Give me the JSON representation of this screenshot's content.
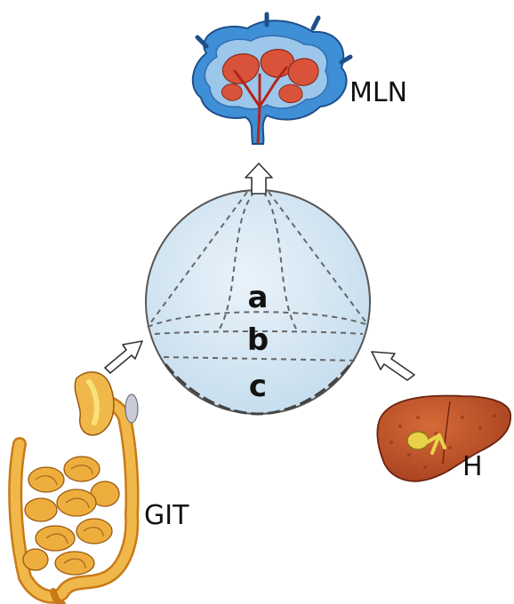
{
  "labels": {
    "lymph_node": "MLN",
    "gut": "GIT",
    "liver": "H"
  },
  "zones": [
    "a",
    "b",
    "c"
  ],
  "icons": {
    "lymph_node": "lymph-node-illustration",
    "gut": "intestine-illustration",
    "liver": "liver-illustration",
    "sphere": "tissue-sphere",
    "arrow": "outline-arrow"
  },
  "colors": {
    "lymph_node_fill": "#3f8fd6",
    "lymph_node_tissue": "#d9533a",
    "sphere_fill": "#d7e7f3",
    "sphere_stroke": "#555555",
    "liver_fill": "#c0532b",
    "gut_fill": "#e7a23a",
    "gallbladder": "#e9d24a"
  }
}
